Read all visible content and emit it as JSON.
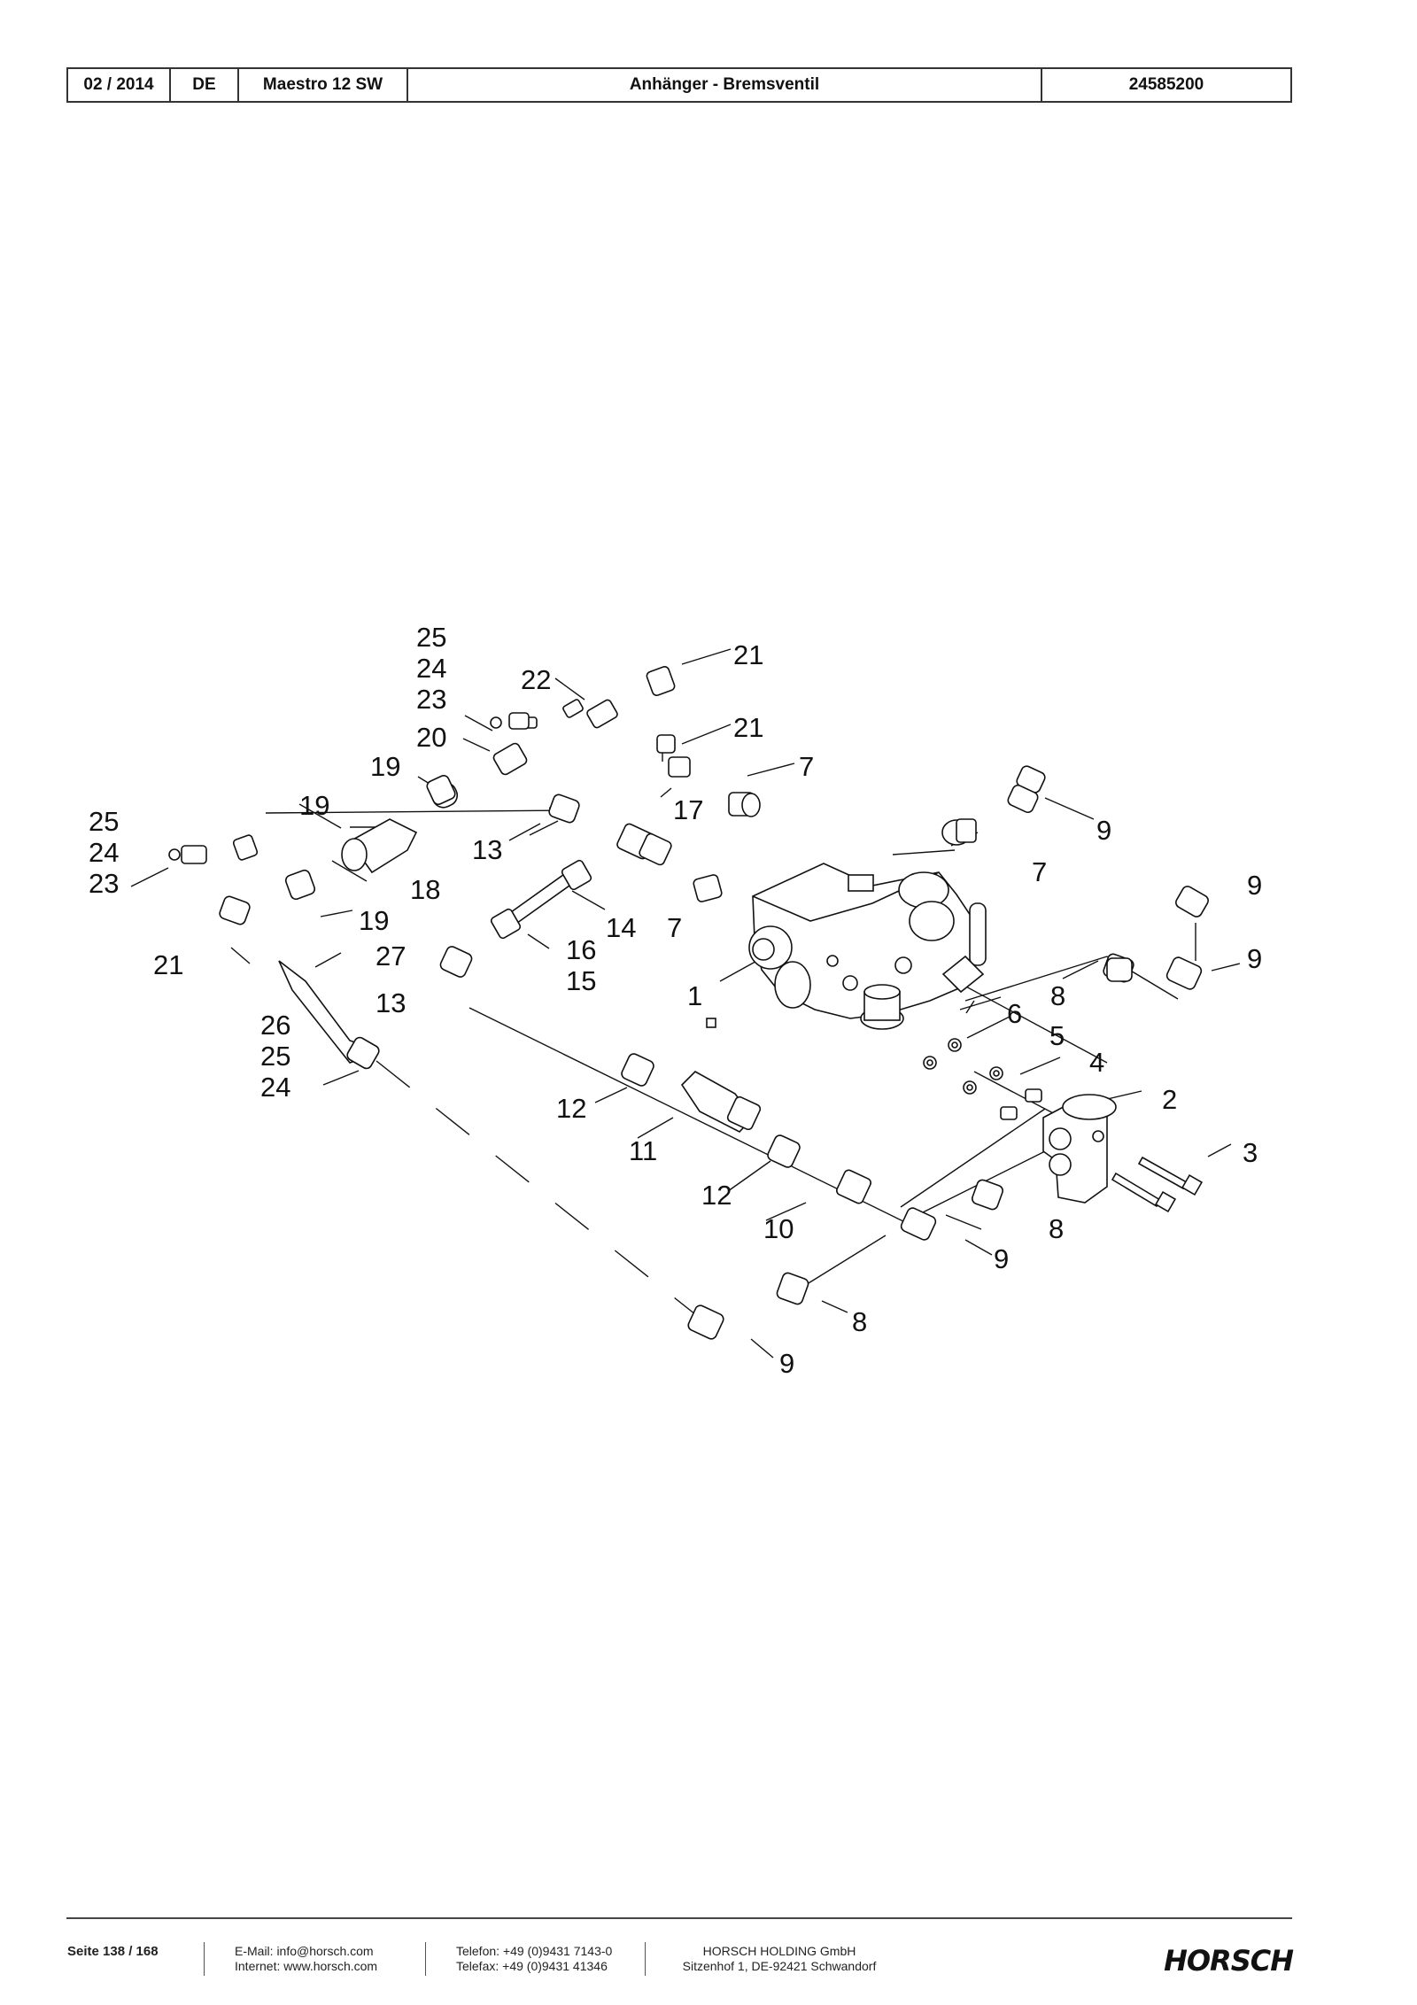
{
  "header": {
    "date": "02 / 2014",
    "lang": "DE",
    "model": "Maestro 12 SW",
    "title": "Anhänger - Bremsventil",
    "number": "24585200"
  },
  "callouts": [
    {
      "id": "c25a",
      "text": "25"
    },
    {
      "id": "c24a",
      "text": "24"
    },
    {
      "id": "c23a",
      "text": "23"
    },
    {
      "id": "c22",
      "text": "22"
    },
    {
      "id": "c21a",
      "text": "21"
    },
    {
      "id": "c21b",
      "text": "21"
    },
    {
      "id": "c20",
      "text": "20"
    },
    {
      "id": "c19a",
      "text": "19"
    },
    {
      "id": "c7a",
      "text": "7"
    },
    {
      "id": "c25b",
      "text": "25"
    },
    {
      "id": "c24b",
      "text": "24"
    },
    {
      "id": "c23b",
      "text": "23"
    },
    {
      "id": "c19b",
      "text": "19"
    },
    {
      "id": "c17",
      "text": "17"
    },
    {
      "id": "c13a",
      "text": "13"
    },
    {
      "id": "c9a",
      "text": "9"
    },
    {
      "id": "c18",
      "text": "18"
    },
    {
      "id": "c7b",
      "text": "7"
    },
    {
      "id": "c9b",
      "text": "9"
    },
    {
      "id": "c19c",
      "text": "19"
    },
    {
      "id": "c14",
      "text": "14"
    },
    {
      "id": "c7c",
      "text": "7"
    },
    {
      "id": "c21c",
      "text": "21"
    },
    {
      "id": "c27",
      "text": "27"
    },
    {
      "id": "c16",
      "text": "16"
    },
    {
      "id": "c15",
      "text": "15"
    },
    {
      "id": "c9c",
      "text": "9"
    },
    {
      "id": "c13b",
      "text": "13"
    },
    {
      "id": "c1",
      "text": "1"
    },
    {
      "id": "c8a",
      "text": "8"
    },
    {
      "id": "c6",
      "text": "6"
    },
    {
      "id": "c26",
      "text": "26"
    },
    {
      "id": "c5",
      "text": "5"
    },
    {
      "id": "c25c",
      "text": "25"
    },
    {
      "id": "c4",
      "text": "4"
    },
    {
      "id": "c24c",
      "text": "24"
    },
    {
      "id": "c2",
      "text": "2"
    },
    {
      "id": "c12a",
      "text": "12"
    },
    {
      "id": "c11",
      "text": "11"
    },
    {
      "id": "c3",
      "text": "3"
    },
    {
      "id": "c12b",
      "text": "12"
    },
    {
      "id": "c10",
      "text": "10"
    },
    {
      "id": "c8b",
      "text": "8"
    },
    {
      "id": "c9d",
      "text": "9"
    },
    {
      "id": "c8c",
      "text": "8"
    },
    {
      "id": "c9e",
      "text": "9"
    }
  ],
  "footer": {
    "page": "Seite 138 / 168",
    "email": "E-Mail: info@horsch.com",
    "internet": "Internet: www.horsch.com",
    "phone": "Telefon: +49 (0)9431 7143-0",
    "fax": "Telefax: +49 (0)9431 41346",
    "company": "HORSCH HOLDING GmbH",
    "address": "Sitzenhof 1, DE-92421 Schwandorf",
    "logo": "HORSCH"
  }
}
